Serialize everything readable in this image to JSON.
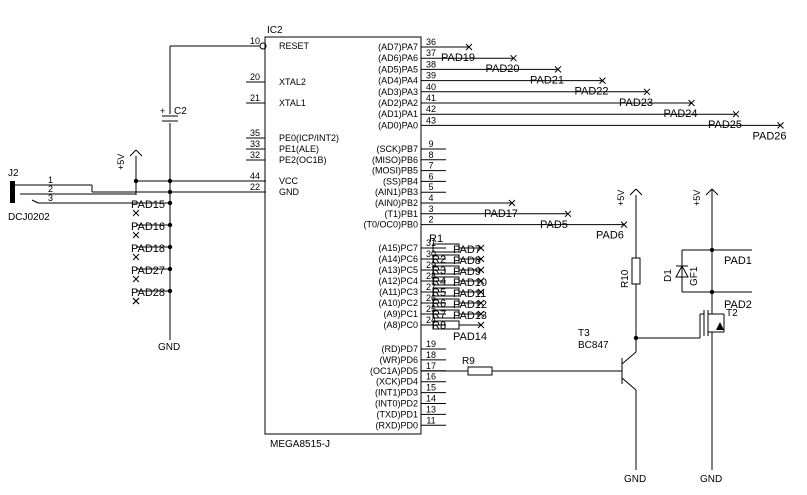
{
  "ic": {
    "ref": "IC2",
    "part": "MEGA8515-J",
    "left_pins": [
      {
        "num": "10",
        "name": "RESET"
      },
      {
        "num": "20",
        "name": "XTAL2"
      },
      {
        "num": "21",
        "name": "XTAL1"
      },
      {
        "num": "35",
        "name": "PE0(ICP/INT2)"
      },
      {
        "num": "33",
        "name": "PE1(ALE)"
      },
      {
        "num": "32",
        "name": "PE2(OC1B)"
      },
      {
        "num": "44",
        "name": "VCC"
      },
      {
        "num": "22",
        "name": "GND"
      }
    ],
    "right_pins": [
      {
        "num": "36",
        "name": "(AD7)PA7"
      },
      {
        "num": "37",
        "name": "(AD6)PA6"
      },
      {
        "num": "38",
        "name": "(AD5)PA5"
      },
      {
        "num": "39",
        "name": "(AD4)PA4"
      },
      {
        "num": "40",
        "name": "(AD3)PA3"
      },
      {
        "num": "41",
        "name": "(AD2)PA2"
      },
      {
        "num": "42",
        "name": "(AD1)PA1"
      },
      {
        "num": "43",
        "name": "(AD0)PA0"
      },
      {
        "num": "9",
        "name": "(SCK)PB7"
      },
      {
        "num": "8",
        "name": "(MISO)PB6"
      },
      {
        "num": "7",
        "name": "(MOSI)PB5"
      },
      {
        "num": "6",
        "name": "(SS)PB4"
      },
      {
        "num": "5",
        "name": "(AIN1)PB3"
      },
      {
        "num": "4",
        "name": "(AIN0)PB2"
      },
      {
        "num": "3",
        "name": "(T1)PB1"
      },
      {
        "num": "2",
        "name": "(T0/OC0)PB0"
      },
      {
        "num": "31",
        "name": "(A15)PC7"
      },
      {
        "num": "30",
        "name": "(A14)PC6"
      },
      {
        "num": "29",
        "name": "(A13)PC5"
      },
      {
        "num": "28",
        "name": "(A12)PC4"
      },
      {
        "num": "27",
        "name": "(A11)PC3"
      },
      {
        "num": "26",
        "name": "(A10)PC2"
      },
      {
        "num": "25",
        "name": "(A9)PC1"
      },
      {
        "num": "24",
        "name": "(A8)PC0"
      },
      {
        "num": "19",
        "name": "(RD)PD7"
      },
      {
        "num": "18",
        "name": "(WR)PD6"
      },
      {
        "num": "17",
        "name": "(OC1A)PD5"
      },
      {
        "num": "16",
        "name": "(XCK)PD4"
      },
      {
        "num": "15",
        "name": "(INT1)PD3"
      },
      {
        "num": "14",
        "name": "(INT0)PD2"
      },
      {
        "num": "13",
        "name": "(TXD)PD1"
      },
      {
        "num": "11",
        "name": "(RXD)PD0"
      }
    ]
  },
  "porta_pads": [
    "PAD19",
    "PAD20",
    "PAD21",
    "PAD22",
    "PAD23",
    "PAD24",
    "PAD25",
    "PAD26"
  ],
  "portb_pads": [
    "PAD17",
    "PAD5",
    "PAD6"
  ],
  "portc_resistors": [
    "R1",
    "R2",
    "R3",
    "R4",
    "R5",
    "R6",
    "R7",
    "R8"
  ],
  "portc_pads": [
    "PAD7",
    "PAD8",
    "PAD9",
    "PAD10",
    "PAD11",
    "PAD12",
    "PAD13",
    "PAD14"
  ],
  "left_pads": [
    "PAD15",
    "PAD16",
    "PAD18",
    "PAD27",
    "PAD28"
  ],
  "connector": {
    "ref": "J2",
    "part": "DCJ0202",
    "pins": [
      "1",
      "2",
      "3"
    ]
  },
  "capacitor": {
    "ref": "C2",
    "polarity": "+"
  },
  "supply": {
    "vcc": "+5V",
    "gnd": "GND"
  },
  "transistor": {
    "ref": "T3",
    "part": "BC847"
  },
  "resistors": {
    "base": "R9",
    "collector": "R10"
  },
  "diode": {
    "ref": "D1",
    "label": "GF1"
  },
  "mosfet": {
    "ref": "T2"
  },
  "output_pads": [
    "PAD1",
    "PAD2"
  ]
}
